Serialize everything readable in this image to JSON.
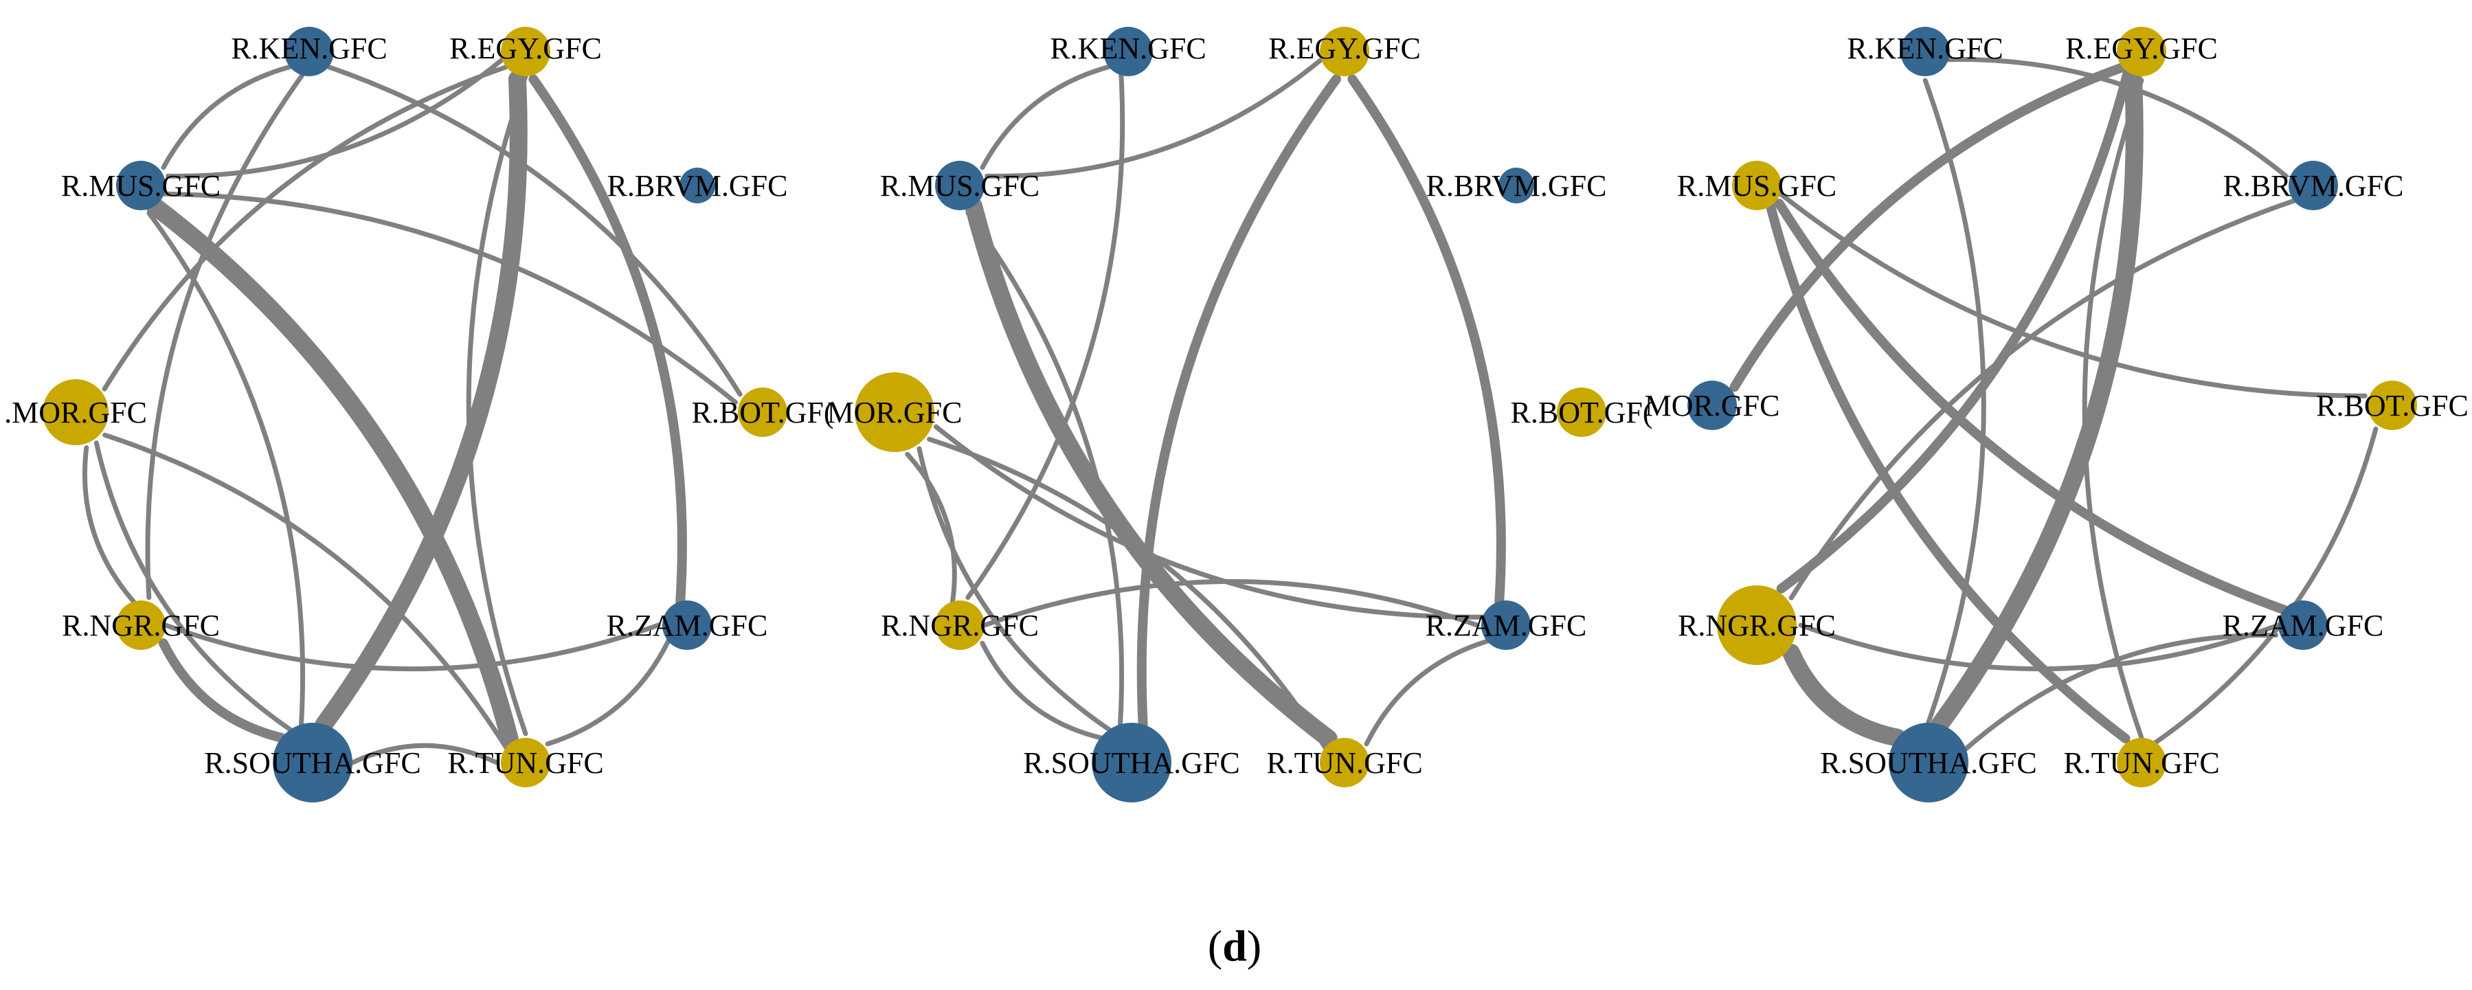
{
  "caption": {
    "open": "(",
    "letter": "d",
    "close": ")"
  },
  "colors": {
    "blue": "#356791",
    "gold": "#C9A800",
    "edge": "#808080",
    "text": "#000000"
  },
  "panels": [
    {
      "name": "network-1",
      "nodes": [
        {
          "id": "KEN",
          "label": "R.KEN.GFC",
          "color": "blue",
          "size": "small"
        },
        {
          "id": "EGY",
          "label": "R.EGY.GFC",
          "color": "gold",
          "size": "small"
        },
        {
          "id": "MUS",
          "label": "R.MUS.GFC",
          "color": "blue",
          "size": "small"
        },
        {
          "id": "BRVM",
          "label": "R.BRVM.GFC",
          "color": "blue",
          "size": "tiny"
        },
        {
          "id": "MOR",
          "label": ".MOR.GFC",
          "color": "gold",
          "size": "medium"
        },
        {
          "id": "BOT",
          "label": "R.BOT.GF(",
          "color": "gold",
          "size": "small"
        },
        {
          "id": "NGR",
          "label": "R.NGR.GFC",
          "color": "gold",
          "size": "small"
        },
        {
          "id": "ZAM",
          "label": "R.ZAM.GFC",
          "color": "blue",
          "size": "small"
        },
        {
          "id": "SOUTHA",
          "label": "R.SOUTHA.GFC",
          "color": "blue",
          "size": "large"
        },
        {
          "id": "TUN",
          "label": "R.TUN.GFC",
          "color": "gold",
          "size": "small"
        }
      ],
      "edges": [
        {
          "from": "SOUTHA",
          "to": "EGY",
          "weight": "heavy"
        },
        {
          "from": "MUS",
          "to": "TUN",
          "weight": "heavy"
        },
        {
          "from": "ZAM",
          "to": "EGY",
          "weight": "medium"
        },
        {
          "from": "SOUTHA",
          "to": "NGR",
          "weight": "medium"
        },
        {
          "from": "EGY",
          "to": "MOR",
          "weight": "light"
        },
        {
          "from": "EGY",
          "to": "MUS",
          "weight": "light"
        },
        {
          "from": "KEN",
          "to": "MUS",
          "weight": "light"
        },
        {
          "from": "KEN",
          "to": "BOT",
          "weight": "light"
        },
        {
          "from": "KEN",
          "to": "NGR",
          "weight": "light"
        },
        {
          "from": "MUS",
          "to": "BOT",
          "weight": "light"
        },
        {
          "from": "SOUTHA",
          "to": "MUS",
          "weight": "light"
        },
        {
          "from": "SOUTHA",
          "to": "MOR",
          "weight": "light"
        },
        {
          "from": "TUN",
          "to": "MOR",
          "weight": "light"
        },
        {
          "from": "NGR",
          "to": "MOR",
          "weight": "light"
        },
        {
          "from": "EGY",
          "to": "TUN",
          "weight": "light"
        },
        {
          "from": "ZAM",
          "to": "TUN",
          "weight": "light"
        },
        {
          "from": "NGR",
          "to": "ZAM",
          "weight": "light"
        },
        {
          "from": "SOUTHA",
          "to": "TUN",
          "weight": "light"
        }
      ]
    },
    {
      "name": "network-2",
      "nodes": [
        {
          "id": "KEN",
          "label": "R.KEN.GFC",
          "color": "blue",
          "size": "small"
        },
        {
          "id": "EGY",
          "label": "R.EGY.GFC",
          "color": "gold",
          "size": "small"
        },
        {
          "id": "MUS",
          "label": "R.MUS.GFC",
          "color": "blue",
          "size": "small"
        },
        {
          "id": "BRVM",
          "label": "R.BRVM.GFC",
          "color": "blue",
          "size": "tiny"
        },
        {
          "id": "MOR",
          "label": "MOR.GFC",
          "color": "gold",
          "size": "large"
        },
        {
          "id": "BOT",
          "label": "R.BOT.GF(",
          "color": "gold",
          "size": "small"
        },
        {
          "id": "NGR",
          "label": "R.NGR.GFC",
          "color": "gold",
          "size": "small"
        },
        {
          "id": "ZAM",
          "label": "R.ZAM.GFC",
          "color": "blue",
          "size": "small"
        },
        {
          "id": "SOUTHA",
          "label": "R.SOUTHA.GFC",
          "color": "blue",
          "size": "large"
        },
        {
          "id": "TUN",
          "label": "R.TUN.GFC",
          "color": "gold",
          "size": "small"
        }
      ],
      "edges": [
        {
          "from": "MUS",
          "to": "TUN",
          "weight": "heavy"
        },
        {
          "from": "SOUTHA",
          "to": "EGY",
          "weight": "medium"
        },
        {
          "from": "ZAM",
          "to": "EGY",
          "weight": "medium"
        },
        {
          "from": "EGY",
          "to": "MUS",
          "weight": "light"
        },
        {
          "from": "KEN",
          "to": "MUS",
          "weight": "light"
        },
        {
          "from": "KEN",
          "to": "NGR",
          "weight": "light"
        },
        {
          "from": "SOUTHA",
          "to": "MUS",
          "weight": "light"
        },
        {
          "from": "SOUTHA",
          "to": "MOR",
          "weight": "light"
        },
        {
          "from": "TUN",
          "to": "MOR",
          "weight": "light"
        },
        {
          "from": "ZAM",
          "to": "MOR",
          "weight": "light"
        },
        {
          "from": "NGR",
          "to": "MOR",
          "weight": "light"
        },
        {
          "from": "SOUTHA",
          "to": "NGR",
          "weight": "light"
        },
        {
          "from": "ZAM",
          "to": "TUN",
          "weight": "light"
        },
        {
          "from": "NGR",
          "to": "ZAM",
          "weight": "light"
        }
      ]
    },
    {
      "name": "network-3",
      "nodes": [
        {
          "id": "KEN",
          "label": "R.KEN.GFC",
          "color": "blue",
          "size": "small"
        },
        {
          "id": "EGY",
          "label": "R.EGY.GFC",
          "color": "gold",
          "size": "small"
        },
        {
          "id": "MUS",
          "label": "R.MUS.GFC",
          "color": "gold",
          "size": "small"
        },
        {
          "id": "BRVM",
          "label": "R.BRVM.GFC",
          "color": "blue",
          "size": "small"
        },
        {
          "id": "MOR",
          "label": "MOR.GFC",
          "color": "blue",
          "size": "small"
        },
        {
          "id": "BOT",
          "label": "R.BOT.GFC",
          "color": "gold",
          "size": "small"
        },
        {
          "id": "NGR",
          "label": "R.NGR.GFC",
          "color": "gold",
          "size": "large"
        },
        {
          "id": "ZAM",
          "label": "R.ZAM.GFC",
          "color": "blue",
          "size": "small"
        },
        {
          "id": "SOUTHA",
          "label": "R.SOUTHA.GFC",
          "color": "blue",
          "size": "large"
        },
        {
          "id": "TUN",
          "label": "R.TUN.GFC",
          "color": "gold",
          "size": "small"
        }
      ],
      "edges": [
        {
          "from": "SOUTHA",
          "to": "EGY",
          "weight": "heavy"
        },
        {
          "from": "SOUTHA",
          "to": "NGR",
          "weight": "heavy"
        },
        {
          "from": "EGY",
          "to": "MOR",
          "weight": "medium"
        },
        {
          "from": "EGY",
          "to": "NGR",
          "weight": "medium"
        },
        {
          "from": "MUS",
          "to": "TUN",
          "weight": "medium"
        },
        {
          "from": "ZAM",
          "to": "MUS",
          "weight": "medium"
        },
        {
          "from": "SOUTHA",
          "to": "KEN",
          "weight": "light"
        },
        {
          "from": "KEN",
          "to": "BRVM",
          "weight": "light"
        },
        {
          "from": "MUS",
          "to": "BOT",
          "weight": "light"
        },
        {
          "from": "TUN",
          "to": "EGY",
          "weight": "light"
        },
        {
          "from": "TUN",
          "to": "BOT",
          "weight": "light"
        },
        {
          "from": "SOUTHA",
          "to": "ZAM",
          "weight": "light"
        },
        {
          "from": "BRVM",
          "to": "NGR",
          "weight": "light"
        },
        {
          "from": "ZAM",
          "to": "NGR",
          "weight": "light"
        }
      ]
    }
  ]
}
